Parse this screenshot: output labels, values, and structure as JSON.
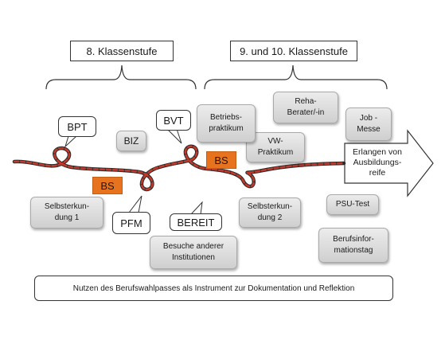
{
  "stages": {
    "grade8": "8. Klassenstufe",
    "grade9_10": "9. und 10. Klassenstufe"
  },
  "bubbles": {
    "bpt": "BPT",
    "bvt": "BVT",
    "pfm": "PFM",
    "bereit": "BEREIT"
  },
  "badges": {
    "bs_left": "BS",
    "bs_right": "BS"
  },
  "boxes": {
    "biz": "BIZ",
    "selbsterkundung1": "Selbsterkun-\ndung 1",
    "betriebspraktikum": "Betriebs-\npraktikum",
    "vw_praktikum": "VW-\nPraktikum",
    "reha": "Reha-\nBerater/-in",
    "job_messe": "Job -\nMesse",
    "selbsterkundung2": "Selbsterkun-\ndung 2",
    "psu_test": "PSU-Test",
    "besuche": "Besuche anderer\nInstitutionen",
    "berufsinformationstag": "Berufsinfor-\nmationstag"
  },
  "arrow": {
    "label": "Erlangen von\nAusbildungs-\nreife"
  },
  "footer": {
    "text": "Nutzen des Berufswahlpasses als Instrument zur Dokumentation und Reflektion"
  },
  "colors": {
    "rope_red": "#c0392b",
    "rope_dark": "#2b2b2b",
    "bs_orange": "#e8731f",
    "box_gray": "#d9d9d9"
  }
}
